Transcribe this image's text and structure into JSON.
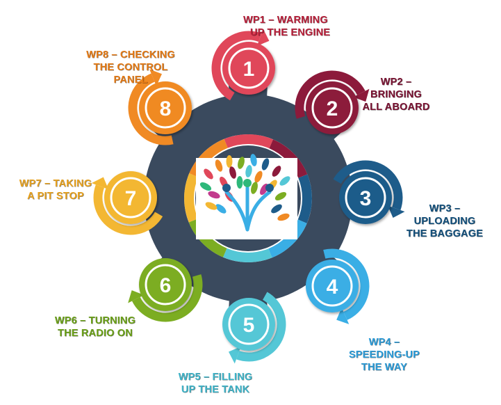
{
  "steps": [
    {
      "number": "1",
      "line1": "WP1 – WARMING",
      "line2": "UP THE ENGINE",
      "color": "#e0475a"
    },
    {
      "number": "2",
      "line1": "WP2 –",
      "line2": "BRINGING",
      "line3": "ALL ABOARD",
      "color": "#8c1a3b"
    },
    {
      "number": "3",
      "line1": "WP3 –",
      "line2": "UPLOADING",
      "line3": "THE BAGGAGE",
      "color": "#1e5c8a"
    },
    {
      "number": "4",
      "line1": "WP4 –",
      "line2": "SPEEDING-UP",
      "line3": "THE WAY",
      "color": "#3aaee5"
    },
    {
      "number": "5",
      "line1": "WP5 – FILLING",
      "line2": "UP THE TANK",
      "color": "#54c7d6"
    },
    {
      "number": "6",
      "line1": "WP6 – TURNING",
      "line2": "THE RADIO ON",
      "color": "#7cad22"
    },
    {
      "number": "7",
      "line1": "WP7 – TAKING",
      "line2": "A PIT STOP",
      "color": "#f3b733"
    },
    {
      "number": "8",
      "line1": "WP8 – CHECKING",
      "line2": "THE CONTROL",
      "line3": "PANEL",
      "color": "#f08a24"
    }
  ],
  "gear_color": "#3a4a5e",
  "center_logo": "tree-people-logo"
}
